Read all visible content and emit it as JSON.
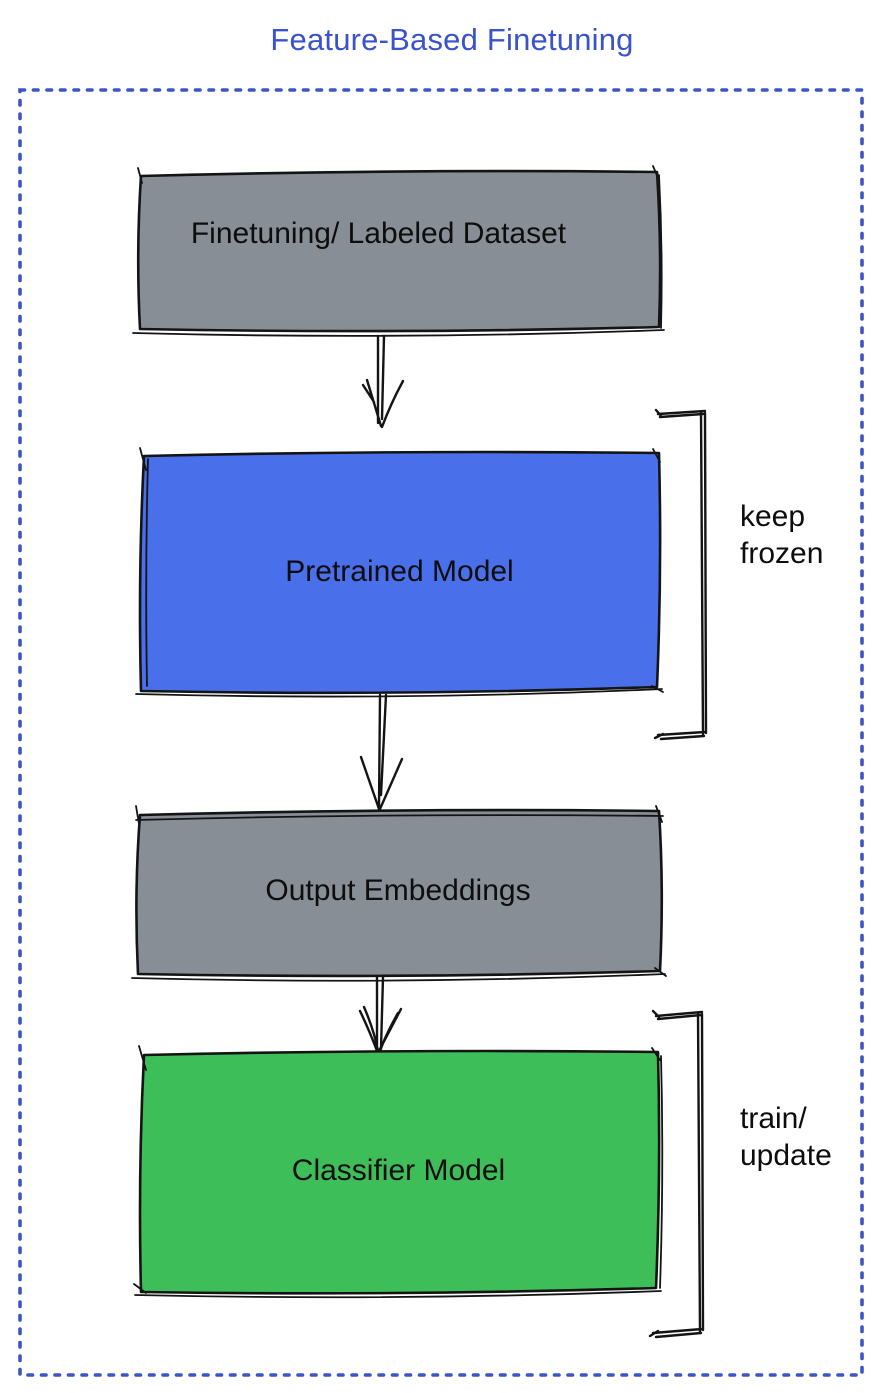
{
  "title": {
    "text": "Feature-Based Finetuning",
    "color": "#3a52cc"
  },
  "diagram": {
    "type": "flowchart",
    "style": "hand-drawn",
    "border_color": "#3d55c4",
    "stroke_color": "#141414",
    "nodes": [
      {
        "id": "dataset",
        "label": "Finetuning/ Labeled Dataset",
        "fill": "#878e96"
      },
      {
        "id": "pretrained",
        "label": "Pretrained Model",
        "fill": "#4a6fea"
      },
      {
        "id": "embeddings",
        "label": "Output Embeddings",
        "fill": "#878e96"
      },
      {
        "id": "classifier",
        "label": "Classifier Model",
        "fill": "#3ebe58"
      }
    ],
    "edges": [
      {
        "from": "dataset",
        "to": "pretrained"
      },
      {
        "from": "pretrained",
        "to": "embeddings"
      },
      {
        "from": "embeddings",
        "to": "classifier"
      }
    ],
    "annotations": [
      {
        "target": "pretrained",
        "lines": [
          "keep",
          "frozen"
        ]
      },
      {
        "target": "classifier",
        "lines": [
          "train/",
          "update"
        ]
      }
    ]
  }
}
